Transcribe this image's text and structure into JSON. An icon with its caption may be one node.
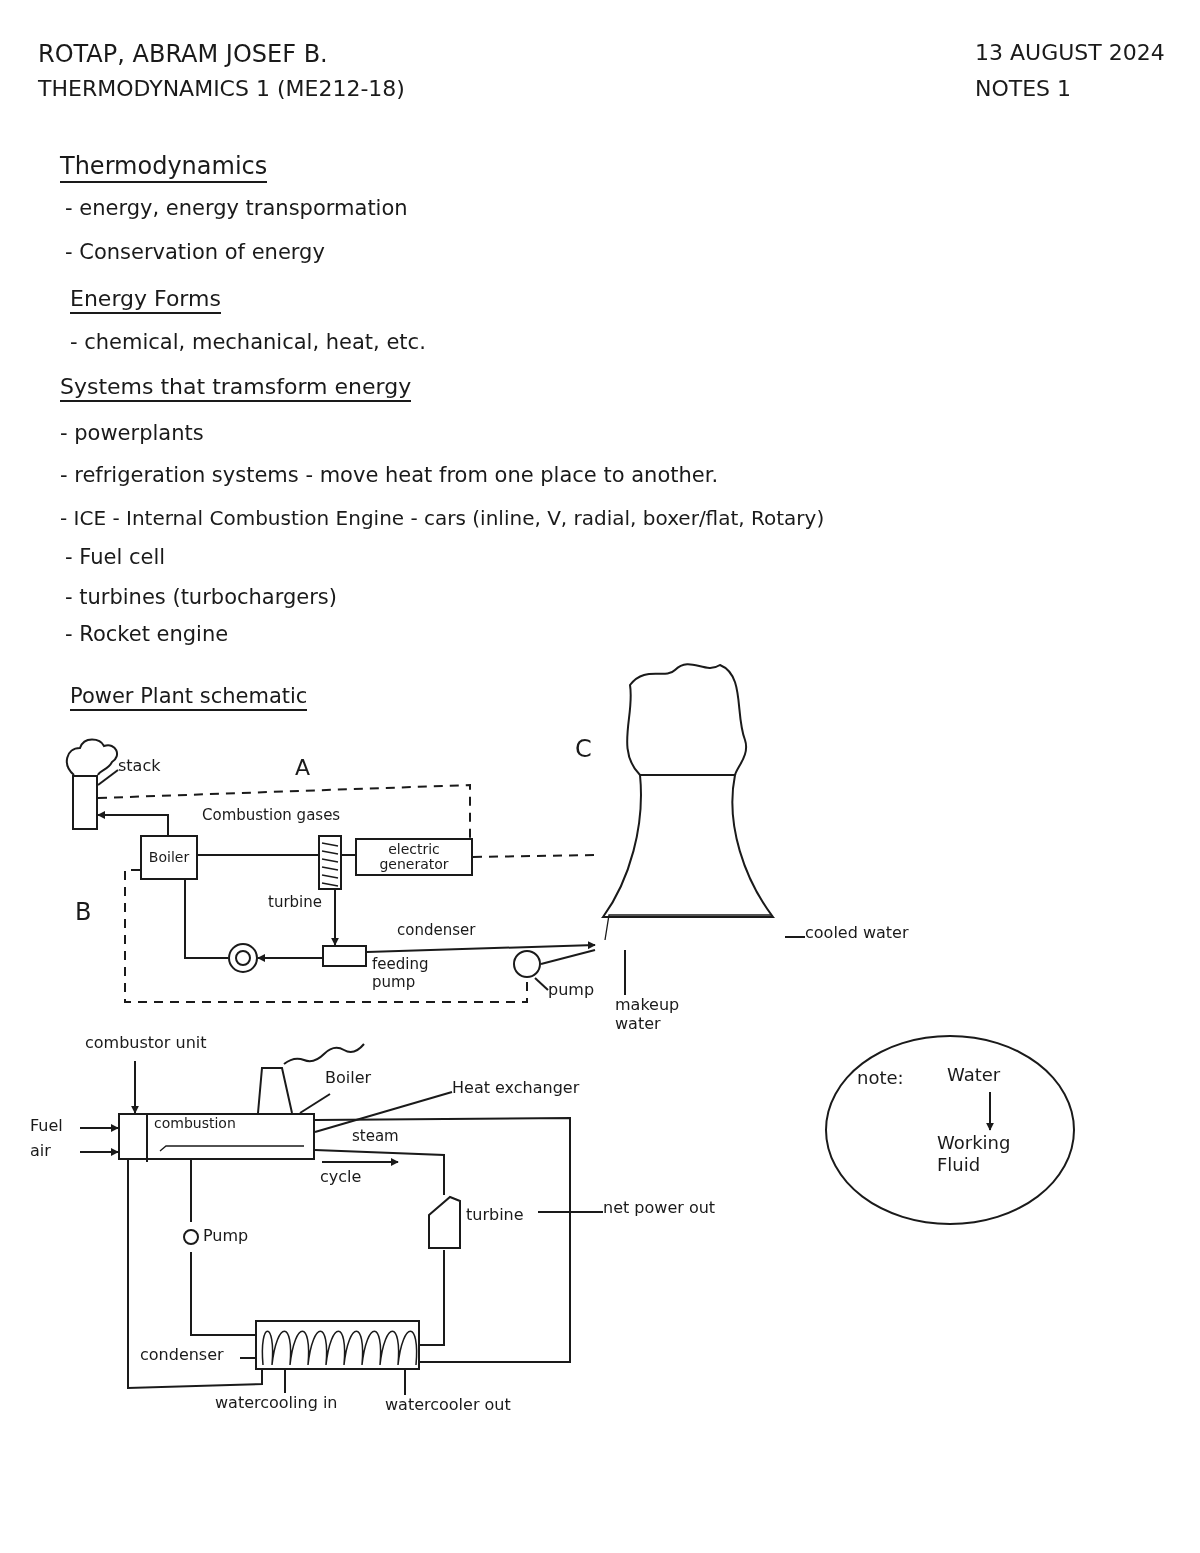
{
  "diagram": {
    "nodes": [
      {
        "text": [
          "stack"
        ]
      },
      {
        "text": [],
        "shape": "box"
      },
      {
        "text": [
          "Boiler"
        ]
      },
      {
        "text": [],
        "shape": "box"
      },
      {
        "text": [
          "electric generator"
        ]
      },
      {
        "text": [],
        "shape": "box"
      },
      {
        "text": [],
        "shape": "circle"
      },
      {
        "text": [],
        "shape": "circle"
      },
      {
        "text": [
          "pump"
        ]
      },
      {
        "text": [],
        "shape": "picture"
      },
      {
        "text": [
          "cooled water"
        ]
      },
      {
        "text": [
          "makeup water"
        ]
      },
      {
        "text": [
          "combustor unit"
        ]
      },
      {
        "text": [
          "combustion"
        ]
      },
      {
        "text": [
          "Boiler"
        ]
      },
      {
        "text": [
          "Heat exchanger"
        ]
      },
      {
        "text": [
          "Fuel"
        ]
      },
      {
        "text": [
          "air"
        ]
      },
      {
        "text": [
          "Pump"
        ]
      },
      {
        "text": [
          "turbine"
        ]
      },
      {
        "text": [
          "net power out"
        ]
      },
      {
        "text": [
          "condenser"
        ]
      },
      {
        "text": [],
        "shape": "picture"
      },
      {
        "text": [
          "watercooling in"
        ]
      },
      {
        "text": [
          "watercooler out"
        ]
      },
      {
        "text": [
          "note:"
        ]
      },
      {
        "text": [
          "Water"
        ],
        "in": 25
      },
      {
        "text": [
          "Working Fluid"
        ],
        "in": 25
      }
    ],
    "edges": [
      {
        "from": 0,
        "to": 1,
        "arrow": "none"
      },
      {
        "from": 2,
        "to": 1,
        "arrow": "to",
        "label": "Combustion gases"
      },
      {
        "from": 2,
        "to": 3,
        "arrow": "none"
      },
      {
        "from": 3,
        "to": 4,
        "arrow": "none"
      },
      {
        "from": 3,
        "to": 5,
        "arrow": "to"
      },
      {
        "from": 5,
        "to": 6,
        "arrow": "to"
      },
      {
        "from": 6,
        "to": 2,
        "arrow": "none"
      },
      {
        "from": 5,
        "to": 9,
        "arrow": "to",
        "label": "condenser"
      },
      {
        "from": 7,
        "to": 9,
        "arrow": "none"
      },
      {
        "from": 8,
        "to": 7,
        "arrow": "none"
      },
      {
        "from": 10,
        "to": 9,
        "arrow": "none"
      },
      {
        "from": 11,
        "to": 9,
        "arrow": "none"
      },
      {
        "from": 1,
        "to": 4,
        "arrow": "none",
        "style": "dashed"
      },
      {
        "from": 2,
        "to": 7,
        "arrow": "none",
        "style": "dashed"
      },
      {
        "from": 4,
        "to": 9,
        "arrow": "none",
        "style": "dashed"
      },
      {
        "from": 12,
        "to": 13,
        "arrow": "to"
      },
      {
        "from": 14,
        "to": 13,
        "arrow": "none"
      },
      {
        "from": 15,
        "to": 13,
        "arrow": "none"
      },
      {
        "from": 16,
        "to": 13,
        "arrow": "to"
      },
      {
        "from": 17,
        "to": 13,
        "arrow": "to"
      },
      {
        "from": 13,
        "to": 19,
        "arrow": "none",
        "label": "steam"
      },
      {
        "from": 19,
        "to": 22,
        "arrow": "none"
      },
      {
        "from": 22,
        "to": 18,
        "arrow": "none"
      },
      {
        "from": 18,
        "to": 13,
        "arrow": "none"
      },
      {
        "from": 13,
        "to": 22,
        "arrow": "none"
      },
      {
        "from": 22,
        "to": 13,
        "arrow": "none"
      },
      {
        "from": 19,
        "to": 20,
        "arrow": "none"
      },
      {
        "from": 21,
        "to": 22,
        "arrow": "none"
      },
      {
        "from": 23,
        "to": 22,
        "arrow": "none"
      },
      {
        "from": 24,
        "to": 22,
        "arrow": "none"
      },
      {
        "from": 26,
        "to": 27,
        "arrow": "to"
      }
    ],
    "labels": [
      "ROTAP, ABRAM JOSEF B.",
      "THERMODYNAMICS 1 (ME212-18)",
      "13 AUGUST 2024",
      "NOTES 1",
      "Thermodynamics",
      "- energy, energy transpormation",
      "- Conservation of energy",
      "Energy Forms",
      "- chemical, mechanical, heat, etc.",
      "Systems that tramsform energy",
      "- powerplants",
      "- refrigeration systems - move heat from one place to another.",
      "- ICE - Internal Combustion Engine - cars (inline, V, radial, boxer/flat, Rotary)",
      "- Fuel cell",
      "- turbines (turbochargers)",
      "- Rocket engine",
      "Power Plant schematic",
      "A",
      "B",
      "C",
      "turbine",
      "feeding pump",
      "cycle"
    ]
  }
}
